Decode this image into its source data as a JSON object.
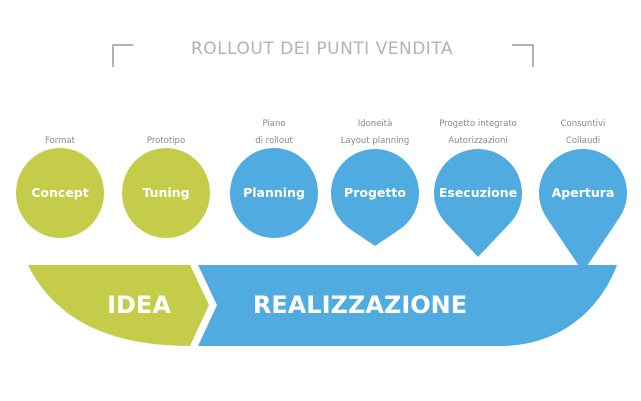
{
  "title": "ROLLOUT DEI PUNTI VENDITA",
  "colors": {
    "idea": "#c4cc4a",
    "realizzazione": "#50abe0",
    "title": "#b3b3b3",
    "sub": "#8a8a8a"
  },
  "stages": [
    {
      "label": "Concept",
      "sub": [
        "Format"
      ],
      "phase": "idea"
    },
    {
      "label": "Tuning",
      "sub": [
        "Prototipo"
      ],
      "phase": "idea"
    },
    {
      "label": "Planning",
      "sub": [
        "Piano",
        "di rollout"
      ],
      "phase": "realizzazione"
    },
    {
      "label": "Progetto",
      "sub": [
        "Idoneità",
        "Layout planning"
      ],
      "phase": "realizzazione"
    },
    {
      "label": "Esecuzione",
      "sub": [
        "Progetto integrato",
        "Autorizzazioni"
      ],
      "phase": "realizzazione"
    },
    {
      "label": "Apertura",
      "sub": [
        "Consuntivi",
        "Collaudi"
      ],
      "phase": "realizzazione"
    }
  ],
  "phases": {
    "idea": "IDEA",
    "realizzazione": "REALIZZAZIONE"
  }
}
